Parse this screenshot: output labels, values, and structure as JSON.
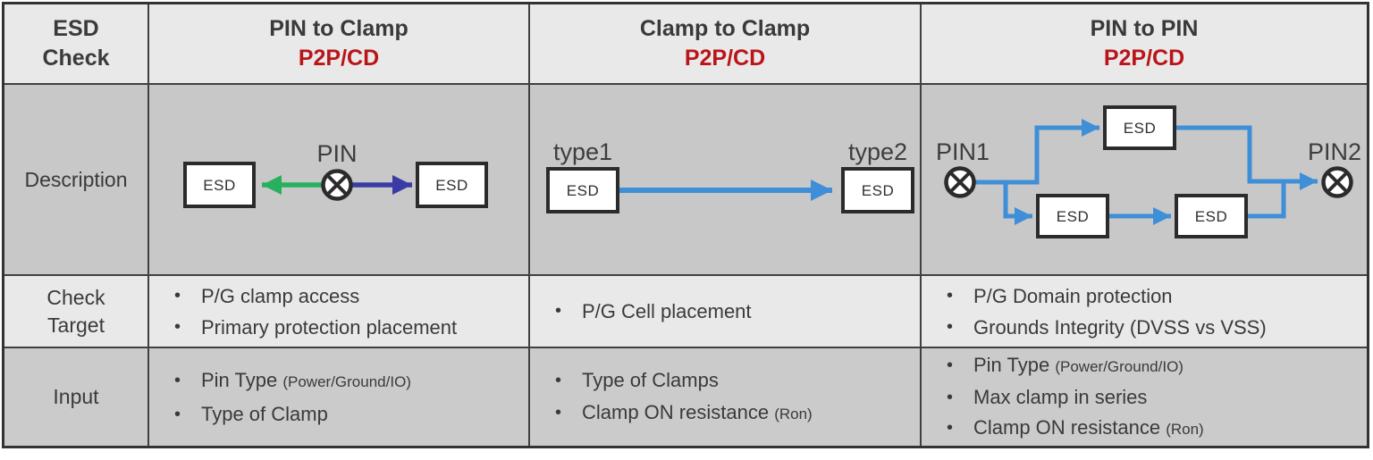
{
  "colors": {
    "accent_red": "#b91418",
    "green_arrow": "#27b05e",
    "indigo_arrow": "#3b3ba6",
    "blue_arrow": "#3e8ed8",
    "border": "#404040"
  },
  "header": {
    "row_label": [
      "ESD",
      "Check"
    ],
    "cols": [
      {
        "title": "PIN to Clamp",
        "subtitle": "P2P/CD"
      },
      {
        "title": "Clamp to Clamp",
        "subtitle": "P2P/CD"
      },
      {
        "title": "PIN to PIN",
        "subtitle": "P2P/CD"
      }
    ]
  },
  "row_labels": {
    "description": "Description",
    "check_target": [
      "Check",
      "Target"
    ],
    "input": "Input"
  },
  "diagrams": {
    "pin_to_clamp": {
      "pin": "PIN",
      "esd_left": "ESD",
      "esd_right": "ESD"
    },
    "clamp_to_clamp": {
      "type1": "type1",
      "type2": "type2",
      "esd_left": "ESD",
      "esd_right": "ESD"
    },
    "pin_to_pin": {
      "pin1": "PIN1",
      "pin2": "PIN2",
      "esd_top": "ESD",
      "esd_bottom_left": "ESD",
      "esd_bottom_right": "ESD"
    }
  },
  "check_target": {
    "pin_to_clamp": [
      {
        "t": "P/G clamp access",
        "s": ""
      },
      {
        "t": "Primary protection placement",
        "s": ""
      }
    ],
    "clamp_to_clamp": [
      {
        "t": "P/G Cell placement",
        "s": ""
      }
    ],
    "pin_to_pin": [
      {
        "t": "P/G Domain protection",
        "s": ""
      },
      {
        "t": "Grounds Integrity (DVSS vs VSS)",
        "s": ""
      }
    ]
  },
  "input": {
    "pin_to_clamp": [
      {
        "t": "Pin Type",
        "s": "(Power/Ground/IO)"
      },
      {
        "t": "Type of Clamp",
        "s": ""
      }
    ],
    "clamp_to_clamp": [
      {
        "t": "Type of Clamps",
        "s": ""
      },
      {
        "t": "Clamp ON resistance",
        "s": "(Ron)"
      }
    ],
    "pin_to_pin": [
      {
        "t": "Pin Type",
        "s": "(Power/Ground/IO)"
      },
      {
        "t": "Max clamp in series",
        "s": ""
      },
      {
        "t": "Clamp ON resistance",
        "s": "(Ron)"
      }
    ]
  }
}
